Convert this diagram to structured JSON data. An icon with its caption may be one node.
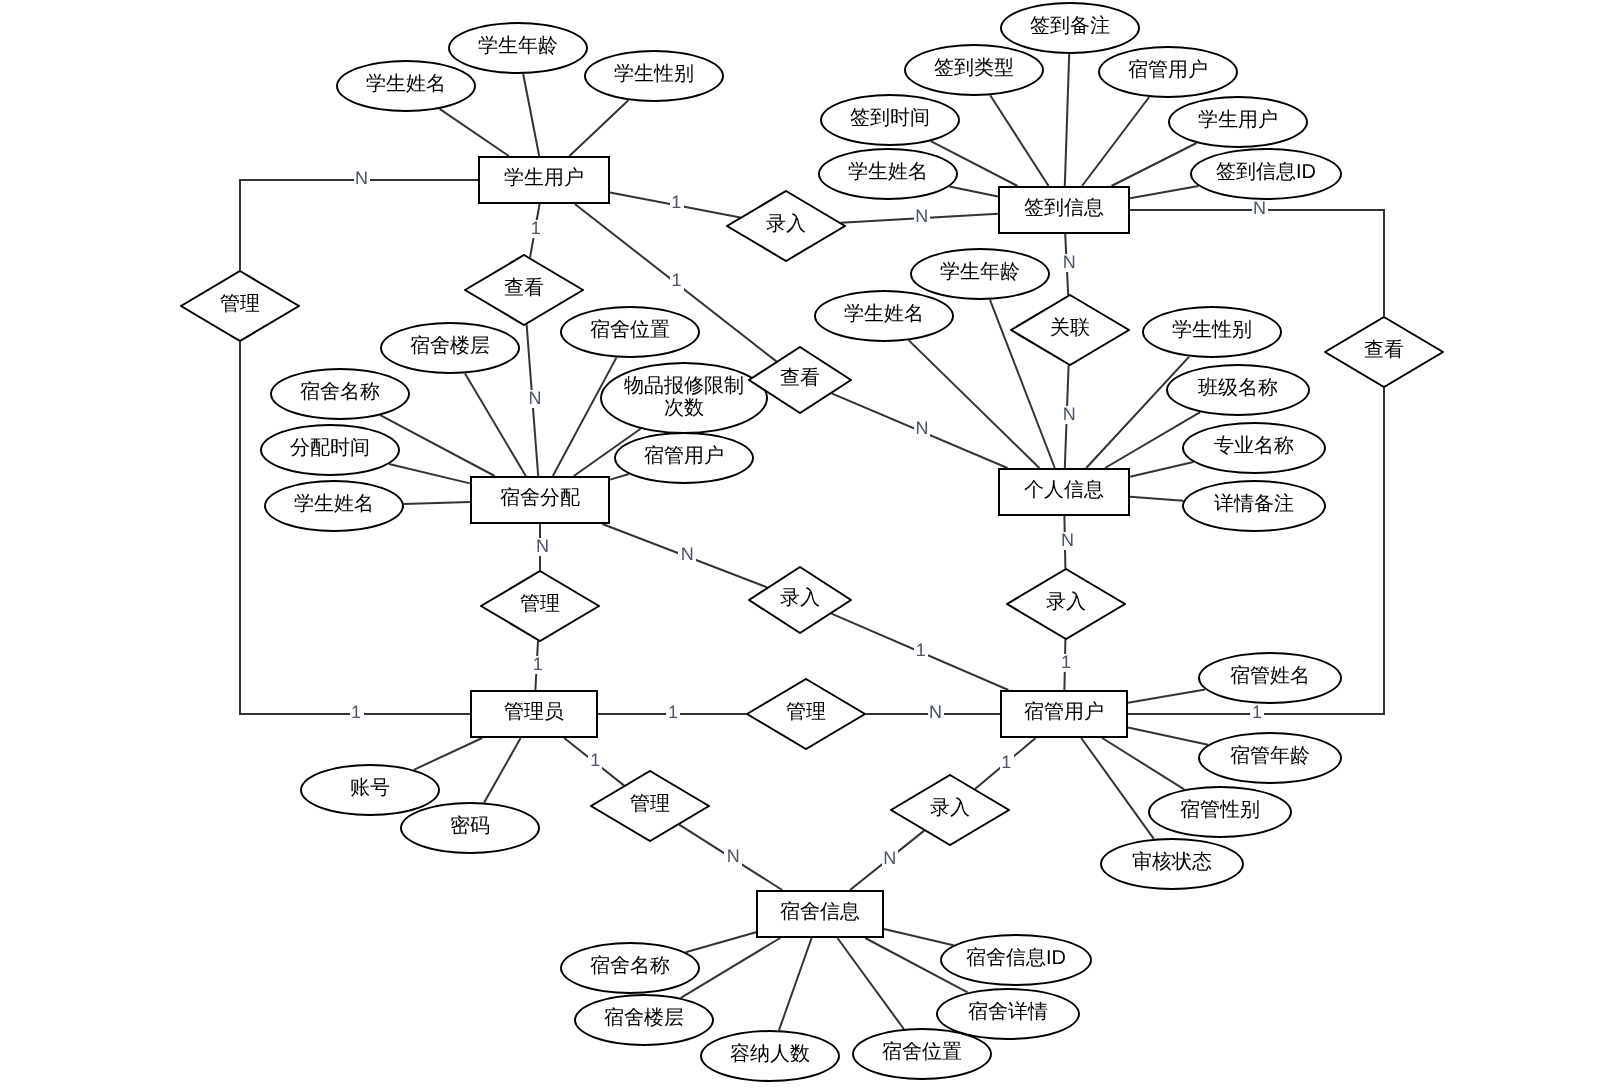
{
  "diagram": {
    "nodes": [
      {
        "text": [
          "学生用户"
        ]
      },
      {
        "text": [
          "学生姓名"
        ]
      },
      {
        "text": [
          "学生年龄"
        ]
      },
      {
        "text": [
          "学生性别"
        ]
      },
      {
        "text": [
          "签到信息"
        ]
      },
      {
        "text": [
          "签到备注"
        ]
      },
      {
        "text": [
          "签到类型"
        ]
      },
      {
        "text": [
          "宿管用户"
        ]
      },
      {
        "text": [
          "签到时间"
        ]
      },
      {
        "text": [
          "学生用户"
        ]
      },
      {
        "text": [
          "学生姓名"
        ]
      },
      {
        "text": [
          "签到信息ID"
        ]
      },
      {
        "text": [
          "宿舍分配"
        ]
      },
      {
        "text": [
          "宿舍楼层"
        ]
      },
      {
        "text": [
          "宿舍位置"
        ]
      },
      {
        "text": [
          "宿舍名称"
        ]
      },
      {
        "text": [
          "物品报修限制次数"
        ]
      },
      {
        "text": [
          "分配时间"
        ]
      },
      {
        "text": [
          "宿管用户"
        ]
      },
      {
        "text": [
          "学生姓名"
        ]
      },
      {
        "text": [
          "个人信息"
        ]
      },
      {
        "text": [
          "学生年龄"
        ]
      },
      {
        "text": [
          "学生姓名"
        ]
      },
      {
        "text": [
          "学生性别"
        ]
      },
      {
        "text": [
          "班级名称"
        ]
      },
      {
        "text": [
          "专业名称"
        ]
      },
      {
        "text": [
          "详情备注"
        ]
      },
      {
        "text": [
          "管理员"
        ]
      },
      {
        "text": [
          "账号"
        ]
      },
      {
        "text": [
          "密码"
        ]
      },
      {
        "text": [
          "宿管用户"
        ]
      },
      {
        "text": [
          "宿管姓名"
        ]
      },
      {
        "text": [
          "宿管年龄"
        ]
      },
      {
        "text": [
          "宿管性别"
        ]
      },
      {
        "text": [
          "审核状态"
        ]
      },
      {
        "text": [
          "宿舍信息"
        ]
      },
      {
        "text": [
          "宿舍名称"
        ]
      },
      {
        "text": [
          "宿舍楼层"
        ]
      },
      {
        "text": [
          "容纳人数"
        ]
      },
      {
        "text": [
          "宿舍位置"
        ]
      },
      {
        "text": [
          "宿舍详情"
        ]
      },
      {
        "text": [
          "宿舍信息ID"
        ]
      },
      {
        "text": [
          "管理"
        ]
      },
      {
        "text": [
          "录入"
        ]
      },
      {
        "text": [
          "查看"
        ]
      },
      {
        "text": [
          "查看"
        ]
      },
      {
        "text": [
          "关联"
        ]
      },
      {
        "text": [
          "查看"
        ]
      },
      {
        "text": [
          "管理"
        ]
      },
      {
        "text": [
          "录入"
        ]
      },
      {
        "text": [
          "录入"
        ]
      },
      {
        "text": [
          "管理"
        ]
      },
      {
        "text": [
          "管理"
        ]
      },
      {
        "text": [
          "录入"
        ]
      }
    ],
    "edges": [
      {
        "from": 0,
        "to": 1,
        "arrow": "none"
      },
      {
        "from": 0,
        "to": 2,
        "arrow": "none"
      },
      {
        "from": 0,
        "to": 3,
        "arrow": "none"
      },
      {
        "from": 4,
        "to": 5,
        "arrow": "none"
      },
      {
        "from": 4,
        "to": 6,
        "arrow": "none"
      },
      {
        "from": 4,
        "to": 7,
        "arrow": "none"
      },
      {
        "from": 4,
        "to": 8,
        "arrow": "none"
      },
      {
        "from": 4,
        "to": 9,
        "arrow": "none"
      },
      {
        "from": 4,
        "to": 10,
        "arrow": "none"
      },
      {
        "from": 4,
        "to": 11,
        "arrow": "none"
      },
      {
        "from": 12,
        "to": 13,
        "arrow": "none"
      },
      {
        "from": 12,
        "to": 14,
        "arrow": "none"
      },
      {
        "from": 12,
        "to": 15,
        "arrow": "none"
      },
      {
        "from": 12,
        "to": 16,
        "arrow": "none"
      },
      {
        "from": 12,
        "to": 17,
        "arrow": "none"
      },
      {
        "from": 12,
        "to": 18,
        "arrow": "none"
      },
      {
        "from": 12,
        "to": 19,
        "arrow": "none"
      },
      {
        "from": 20,
        "to": 21,
        "arrow": "none"
      },
      {
        "from": 20,
        "to": 22,
        "arrow": "none"
      },
      {
        "from": 20,
        "to": 23,
        "arrow": "none"
      },
      {
        "from": 20,
        "to": 24,
        "arrow": "none"
      },
      {
        "from": 20,
        "to": 25,
        "arrow": "none"
      },
      {
        "from": 20,
        "to": 26,
        "arrow": "none"
      },
      {
        "from": 27,
        "to": 28,
        "arrow": "none"
      },
      {
        "from": 27,
        "to": 29,
        "arrow": "none"
      },
      {
        "from": 30,
        "to": 31,
        "arrow": "none"
      },
      {
        "from": 30,
        "to": 32,
        "arrow": "none"
      },
      {
        "from": 30,
        "to": 33,
        "arrow": "none"
      },
      {
        "from": 30,
        "to": 34,
        "arrow": "none"
      },
      {
        "from": 35,
        "to": 36,
        "arrow": "none"
      },
      {
        "from": 35,
        "to": 37,
        "arrow": "none"
      },
      {
        "from": 35,
        "to": 38,
        "arrow": "none"
      },
      {
        "from": 35,
        "to": 39,
        "arrow": "none"
      },
      {
        "from": 35,
        "to": 40,
        "arrow": "none"
      },
      {
        "from": 35,
        "to": 41,
        "arrow": "none"
      },
      {
        "from": 0,
        "to": 42,
        "arrow": "none",
        "label": "N"
      },
      {
        "from": 27,
        "to": 42,
        "arrow": "none",
        "label": "1"
      },
      {
        "from": 0,
        "to": 43,
        "arrow": "none",
        "label": "1"
      },
      {
        "from": 4,
        "to": 43,
        "arrow": "none",
        "label": "N"
      },
      {
        "from": 0,
        "to": 44,
        "arrow": "none",
        "label": "1"
      },
      {
        "from": 12,
        "to": 44,
        "arrow": "none",
        "label": "N"
      },
      {
        "from": 0,
        "to": 45,
        "arrow": "none",
        "label": "1"
      },
      {
        "from": 20,
        "to": 45,
        "arrow": "none",
        "label": "N"
      },
      {
        "from": 4,
        "to": 46,
        "arrow": "none",
        "label": "N"
      },
      {
        "from": 20,
        "to": 46,
        "arrow": "none",
        "label": "N"
      },
      {
        "from": 4,
        "to": 47,
        "arrow": "none",
        "label": "N"
      },
      {
        "from": 30,
        "to": 47,
        "arrow": "none",
        "label": "1"
      },
      {
        "from": 12,
        "to": 48,
        "arrow": "none",
        "label": "N"
      },
      {
        "from": 27,
        "to": 48,
        "arrow": "none",
        "label": "1"
      },
      {
        "from": 12,
        "to": 49,
        "arrow": "none",
        "label": "N"
      },
      {
        "from": 30,
        "to": 49,
        "arrow": "none",
        "label": "1"
      },
      {
        "from": 20,
        "to": 50,
        "arrow": "none",
        "label": "N"
      },
      {
        "from": 30,
        "to": 50,
        "arrow": "none",
        "label": "1"
      },
      {
        "from": 27,
        "to": 51,
        "arrow": "none",
        "label": "1"
      },
      {
        "from": 30,
        "to": 51,
        "arrow": "none",
        "label": "N"
      },
      {
        "from": 27,
        "to": 52,
        "arrow": "none",
        "label": "1"
      },
      {
        "from": 35,
        "to": 52,
        "arrow": "none",
        "label": "N"
      },
      {
        "from": 30,
        "to": 53,
        "arrow": "none",
        "label": "1"
      },
      {
        "from": 35,
        "to": 53,
        "arrow": "none",
        "label": "N"
      }
    ]
  }
}
